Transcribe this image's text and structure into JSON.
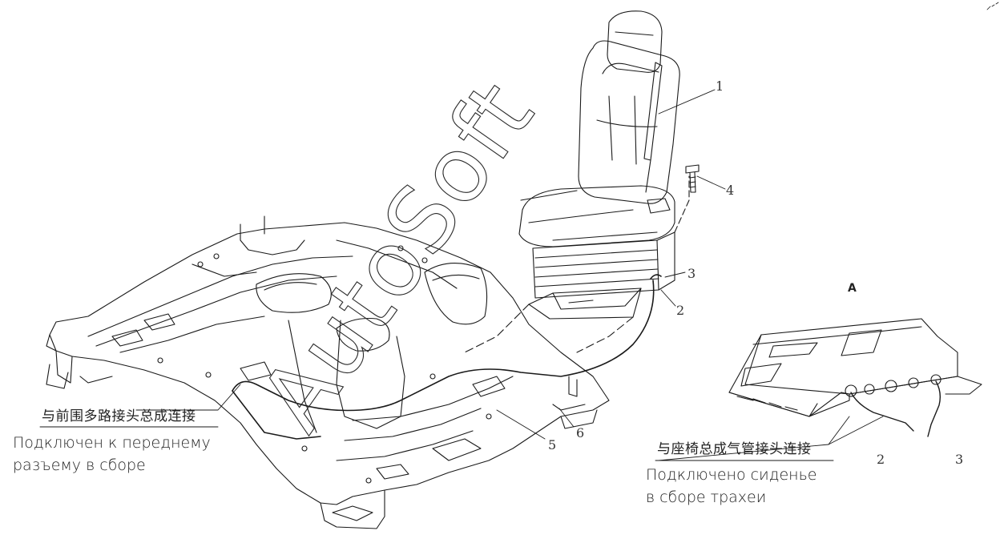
{
  "colors": {
    "line": "#1a1a1a",
    "watermark": "#2a2a2a",
    "background": "#ffffff"
  },
  "watermark": {
    "text": "AutoSoft"
  },
  "callouts": {
    "part_1": "1",
    "part_2": "2",
    "part_3": "3",
    "part_4": "4",
    "part_5": "5",
    "part_6": "6",
    "detail_part_2": "2",
    "detail_part_3": "3"
  },
  "detail_view": {
    "label": "A"
  },
  "annotations": {
    "front_connector_cn": "与前围多路接头总成连接",
    "front_connector_ru_line1": "Подключен к переднему",
    "front_connector_ru_line2": "разъему в сборе",
    "seat_hose_cn": "与座椅总成气管接头连接",
    "seat_hose_ru_line1": "Подключено сиденье",
    "seat_hose_ru_line2": "в сборе трахеи"
  },
  "icons": [
    "seat-illustration",
    "floor-panel-illustration",
    "seat-base-detail-illustration",
    "bolt-icon",
    "corner-mark-icon"
  ]
}
